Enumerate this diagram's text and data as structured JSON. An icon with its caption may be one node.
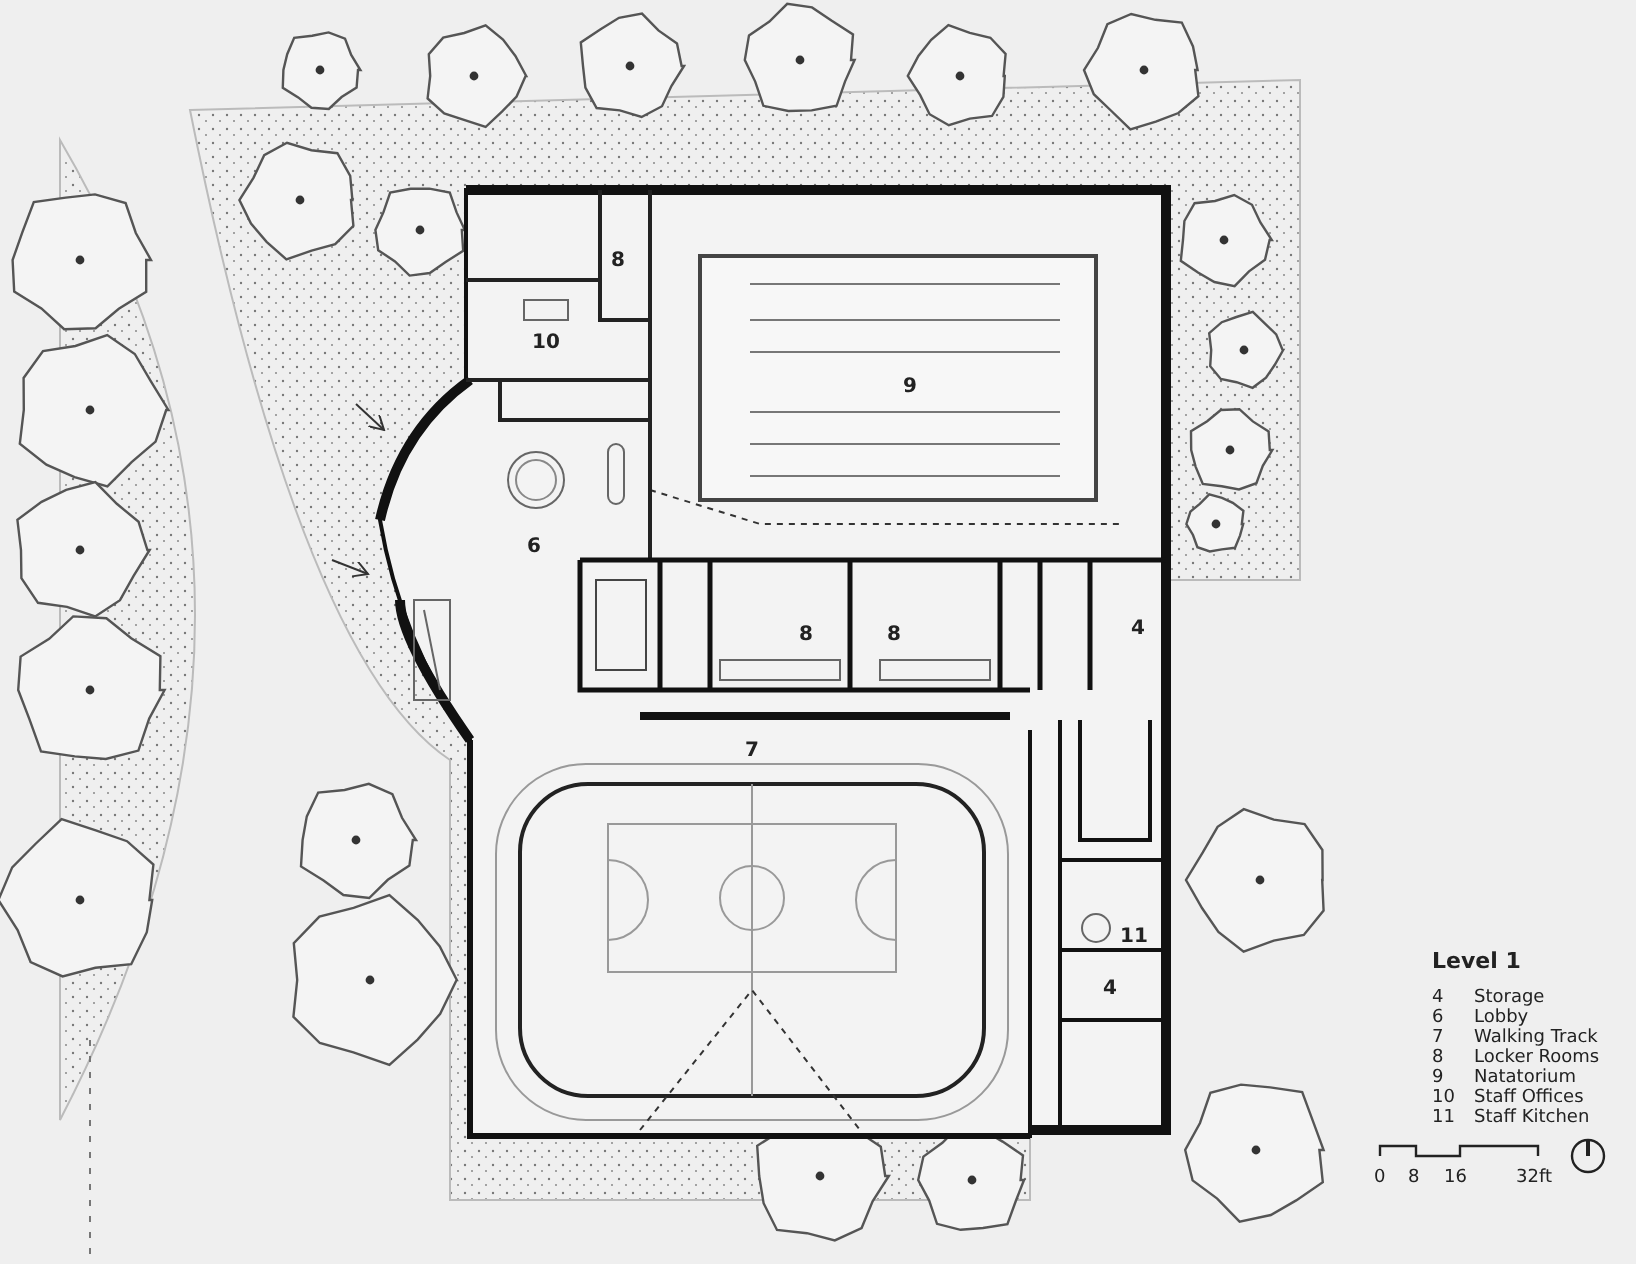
{
  "diagram": {
    "labels": [
      "8",
      "10",
      "9",
      "6",
      "8",
      "8",
      "4",
      "7",
      "11",
      "4",
      "Level 1",
      "4",
      "Storage",
      "6",
      "Lobby",
      "7",
      "Walking Track",
      "8",
      "Locker Rooms",
      "9",
      "Natatorium",
      "10",
      "Staff Offices",
      "11",
      "Staff Kitchen",
      "0",
      "8",
      "16",
      "32ft"
    ]
  }
}
